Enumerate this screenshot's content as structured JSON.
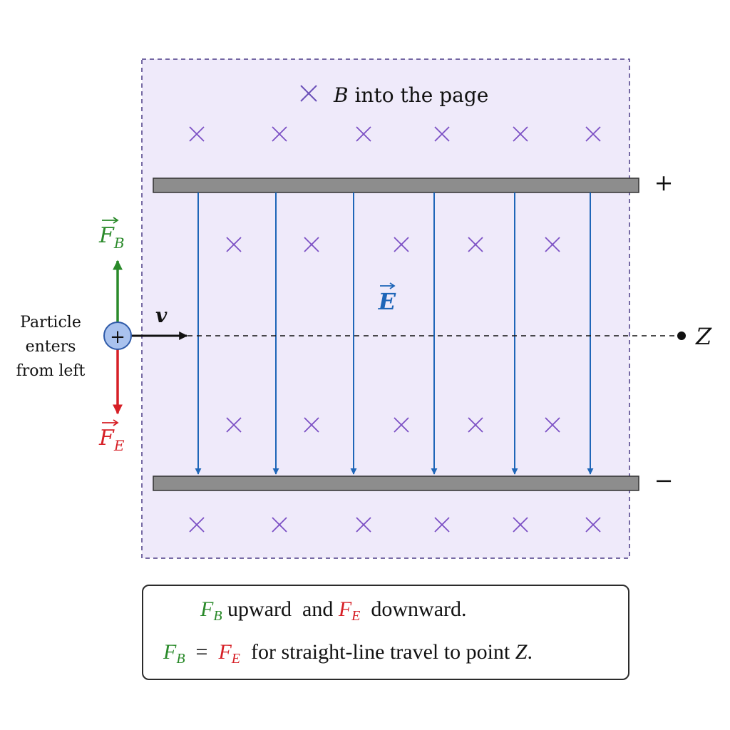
{
  "field_label": {
    "symbol": "B",
    "text": " into the page"
  },
  "plates": {
    "top_sign": "+",
    "bottom_sign": "−"
  },
  "e_field_label": "E",
  "velocity_label": "v",
  "particle": {
    "charge_symbol": "+",
    "caption_lines": [
      "Particle",
      "enters",
      "from left"
    ]
  },
  "forces": {
    "magnetic": {
      "symbol": "F",
      "subscript": "B",
      "color": "#2a8a2a"
    },
    "electric": {
      "symbol": "F",
      "subscript": "E",
      "color": "#d61f26"
    }
  },
  "target_point_label": "Z",
  "note": {
    "line1": {
      "fb": "F",
      "fb_sub": "B",
      "mid": " upward  and ",
      "fe": "F",
      "fe_sub": "E",
      "end": "  downward."
    },
    "line2": {
      "fb": "F",
      "fb_sub": "B",
      "eq": "  =  ",
      "fe": "F",
      "fe_sub": "E",
      "mid": "  for straight-line travel to point ",
      "z": "Z",
      "end": "."
    }
  },
  "colors": {
    "field_region": "#efeafa",
    "field_border": "#4a3a86",
    "cross_marks": "#7b4fc4",
    "plate_fill": "#8d8d8d",
    "e_field_lines": "#1f66b8",
    "particle_fill": "#a9c2ee",
    "particle_stroke": "#2e5aa8"
  }
}
